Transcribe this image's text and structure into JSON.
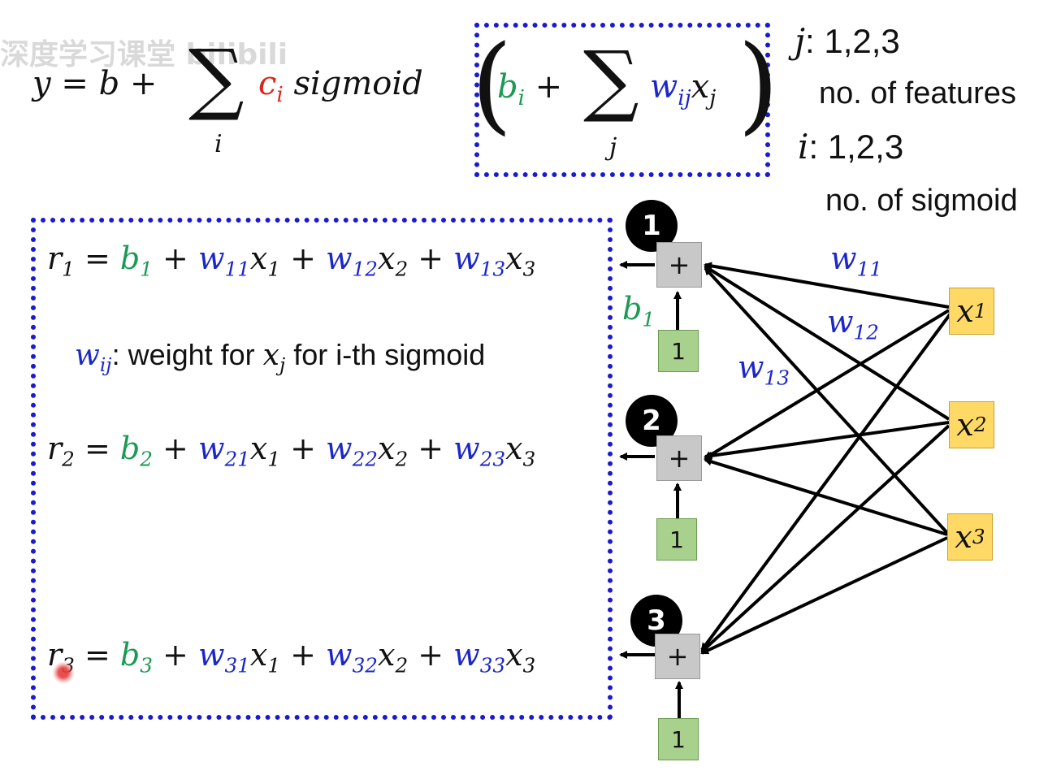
{
  "watermark": "深度学习课堂 bilibili",
  "formula": {
    "y": "y",
    "eq": " = ",
    "b": "b",
    "plus": " + ",
    "sum": "∑",
    "sum_i_index": "i",
    "c": "c",
    "c_sub": "i",
    "sigmoid": " sigmoid",
    "inner_b": "b",
    "inner_b_sub": "i",
    "sum_j_index": "j",
    "w": "w",
    "w_sub": "ij",
    "x": "x",
    "x_sub": "j"
  },
  "side_notes": {
    "j_label": "j",
    "j_values": ": 1,2,3",
    "j_desc": "no. of features",
    "i_label": "i",
    "i_values": ": 1,2,3",
    "i_desc": "no. of sigmoid"
  },
  "equations": {
    "r1": {
      "r": "r",
      "r_sub": "1",
      "b": "b",
      "b_sub": "1",
      "w1": "w",
      "w1_sub": "11",
      "x1": "x",
      "x1_sub": "1",
      "w2": "w",
      "w2_sub": "12",
      "x2": "x",
      "x2_sub": "2",
      "w3": "w",
      "w3_sub": "13",
      "x3": "x",
      "x3_sub": "3"
    },
    "r2": {
      "r": "r",
      "r_sub": "2",
      "b": "b",
      "b_sub": "2",
      "w1": "w",
      "w1_sub": "21",
      "x1": "x",
      "x1_sub": "1",
      "w2": "w",
      "w2_sub": "22",
      "x2": "x",
      "x2_sub": "2",
      "w3": "w",
      "w3_sub": "23",
      "x3": "x",
      "x3_sub": "3"
    },
    "r3": {
      "r": "r",
      "r_sub": "3",
      "b": "b",
      "b_sub": "3",
      "w1": "w",
      "w1_sub": "31",
      "x1": "x",
      "x1_sub": "1",
      "w2": "w",
      "w2_sub": "32",
      "x2": "x",
      "x2_sub": "2",
      "w3": "w",
      "w3_sub": "33",
      "x3": "x",
      "x3_sub": "3"
    }
  },
  "weight_note": {
    "w": "w",
    "w_sub": "ij",
    "colon": ":",
    "text1": " weight for ",
    "x": "x",
    "x_sub": "j",
    "text2": " for i-th sigmoid"
  },
  "network": {
    "nodes": [
      {
        "circle": "1",
        "op": "+",
        "bias_input": "1"
      },
      {
        "circle": "2",
        "op": "+",
        "bias_input": "1"
      },
      {
        "circle": "3",
        "op": "+",
        "bias_input": "1"
      }
    ],
    "inputs": [
      {
        "x": "x",
        "sub": "1"
      },
      {
        "x": "x",
        "sub": "2"
      },
      {
        "x": "x",
        "sub": "3"
      }
    ],
    "bias_label": {
      "b": "b",
      "sub": "1"
    },
    "weight_labels": [
      {
        "w": "w",
        "sub": "11"
      },
      {
        "w": "w",
        "sub": "12"
      },
      {
        "w": "w",
        "sub": "13"
      }
    ]
  },
  "colors": {
    "green": "#1a9a52",
    "blue": "#1c27c9",
    "red": "#d9261c",
    "dotted_border": "#1a1ad0",
    "node_gray": "#c8c8c8",
    "bias_green": "#a9d18e",
    "input_yellow": "#ffd966"
  }
}
